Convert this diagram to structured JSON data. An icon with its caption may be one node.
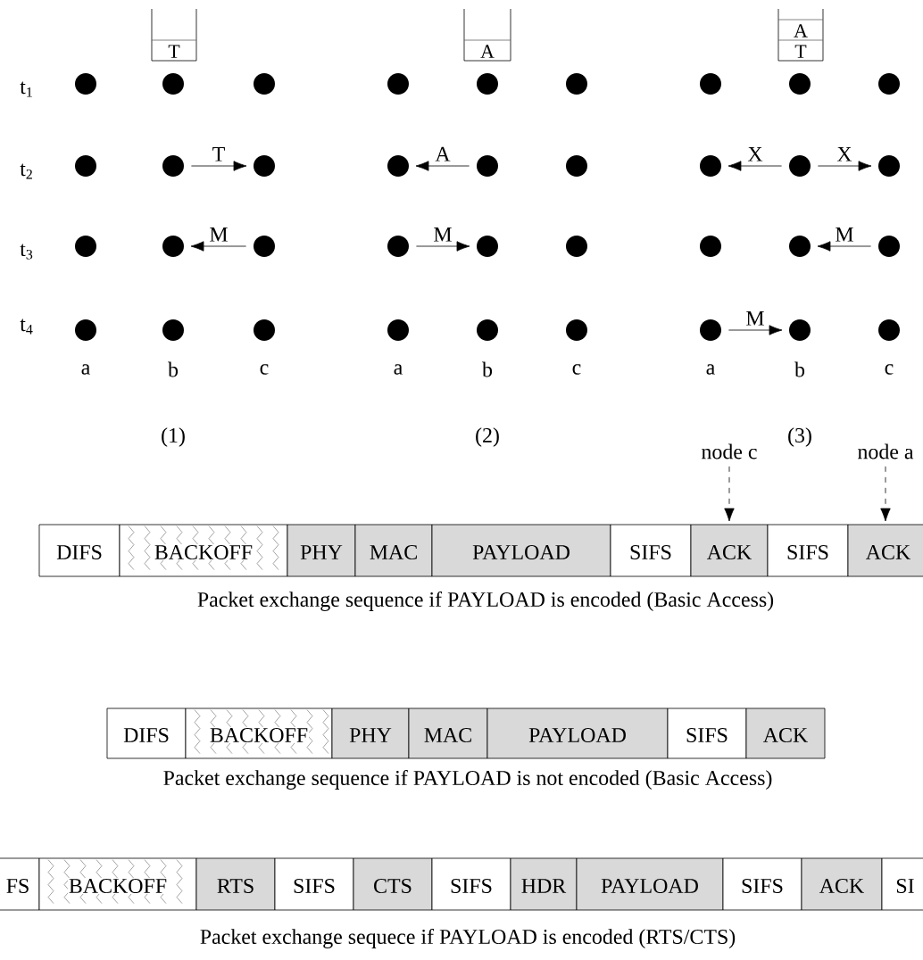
{
  "diagram": {
    "nodes": [
      {
        "text": [
          "T"
        ]
      },
      {
        "text": [
          "A"
        ]
      },
      {
        "text": [
          "A",
          "T"
        ]
      },
      {
        "text": [],
        "shape": "circle"
      },
      {
        "text": [],
        "shape": "circle"
      },
      {
        "text": [],
        "shape": "circle"
      },
      {
        "text": [],
        "shape": "circle"
      },
      {
        "text": [],
        "shape": "circle"
      },
      {
        "text": [],
        "shape": "circle"
      },
      {
        "text": [],
        "shape": "circle"
      },
      {
        "text": [],
        "shape": "circle"
      },
      {
        "text": [],
        "shape": "circle"
      },
      {
        "text": [],
        "shape": "circle"
      },
      {
        "text": [],
        "shape": "circle"
      },
      {
        "text": [],
        "shape": "circle"
      },
      {
        "text": [],
        "shape": "circle"
      },
      {
        "text": [],
        "shape": "circle"
      },
      {
        "text": [],
        "shape": "circle"
      },
      {
        "text": [],
        "shape": "circle"
      },
      {
        "text": [],
        "shape": "circle"
      },
      {
        "text": [],
        "shape": "circle"
      },
      {
        "text": [],
        "shape": "circle"
      },
      {
        "text": [],
        "shape": "circle"
      },
      {
        "text": [],
        "shape": "circle"
      },
      {
        "text": [],
        "shape": "circle"
      },
      {
        "text": [],
        "shape": "circle"
      },
      {
        "text": [],
        "shape": "circle"
      },
      {
        "text": [],
        "shape": "circle"
      },
      {
        "text": [],
        "shape": "circle"
      },
      {
        "text": [],
        "shape": "circle"
      },
      {
        "text": [],
        "shape": "circle"
      },
      {
        "text": [],
        "shape": "circle"
      },
      {
        "text": [],
        "shape": "circle"
      },
      {
        "text": [],
        "shape": "circle"
      },
      {
        "text": [],
        "shape": "circle"
      },
      {
        "text": [],
        "shape": "circle"
      },
      {
        "text": [],
        "shape": "circle"
      },
      {
        "text": [],
        "shape": "circle"
      },
      {
        "text": [],
        "shape": "circle"
      },
      {
        "text": [
          "node c"
        ]
      },
      {
        "text": [
          "node a"
        ]
      },
      {
        "text": [
          "DIFS"
        ]
      },
      {
        "text": [
          "BACKOFF"
        ]
      },
      {
        "text": [
          "PHY"
        ]
      },
      {
        "text": [
          "MAC"
        ]
      },
      {
        "text": [
          "PAYLOAD"
        ]
      },
      {
        "text": [
          "SIFS"
        ]
      },
      {
        "text": [
          "ACK"
        ]
      },
      {
        "text": [
          "SIFS"
        ]
      },
      {
        "text": [
          "ACK"
        ]
      },
      {
        "text": [
          "DIFS"
        ]
      },
      {
        "text": [
          "BACKOFF"
        ]
      },
      {
        "text": [
          "PHY"
        ]
      },
      {
        "text": [
          "MAC"
        ]
      },
      {
        "text": [
          "PAYLOAD"
        ]
      },
      {
        "text": [
          "SIFS"
        ]
      },
      {
        "text": [
          "ACK"
        ]
      },
      {
        "text": [
          "FS"
        ]
      },
      {
        "text": [
          "BACKOFF"
        ]
      },
      {
        "text": [
          "RTS"
        ]
      },
      {
        "text": [
          "SIFS"
        ]
      },
      {
        "text": [
          "CTS"
        ]
      },
      {
        "text": [
          "SIFS"
        ]
      },
      {
        "text": [
          "HDR"
        ]
      },
      {
        "text": [
          "PAYLOAD"
        ]
      },
      {
        "text": [
          "SIFS"
        ]
      },
      {
        "text": [
          "ACK"
        ]
      },
      {
        "text": [
          "SI"
        ]
      }
    ],
    "edges": [
      {
        "from": 7,
        "to": 8,
        "arrow": "to",
        "label": "T"
      },
      {
        "from": 11,
        "to": 10,
        "arrow": "to",
        "label": "M"
      },
      {
        "from": 19,
        "to": 18,
        "arrow": "to",
        "label": "A"
      },
      {
        "from": 21,
        "to": 22,
        "arrow": "to",
        "label": "M"
      },
      {
        "from": 31,
        "to": 30,
        "arrow": "to",
        "label": "X"
      },
      {
        "from": 31,
        "to": 32,
        "arrow": "to",
        "label": "X"
      },
      {
        "from": 35,
        "to": 34,
        "arrow": "to",
        "label": "M"
      },
      {
        "from": 36,
        "to": 37,
        "arrow": "to",
        "label": "M"
      },
      {
        "from": 39,
        "to": 47,
        "arrow": "to",
        "style": "dashed"
      },
      {
        "from": 40,
        "to": 49,
        "arrow": "to",
        "style": "dashed"
      }
    ],
    "labels": [
      "t$_{1}$",
      "t$_{2}$",
      "t$_{3}$",
      "t$_{4}$",
      "a",
      "b",
      "c",
      "a",
      "b",
      "c",
      "a",
      "b",
      "c",
      "(1)",
      "(2)",
      "(3)",
      "Packet exchange sequence if PAYLOAD is encoded (Basic Access)",
      "Packet exchange sequence if PAYLOAD is not encoded (Basic Access)",
      "Packet exchange sequece if PAYLOAD is encoded (RTS/CTS)"
    ]
  }
}
